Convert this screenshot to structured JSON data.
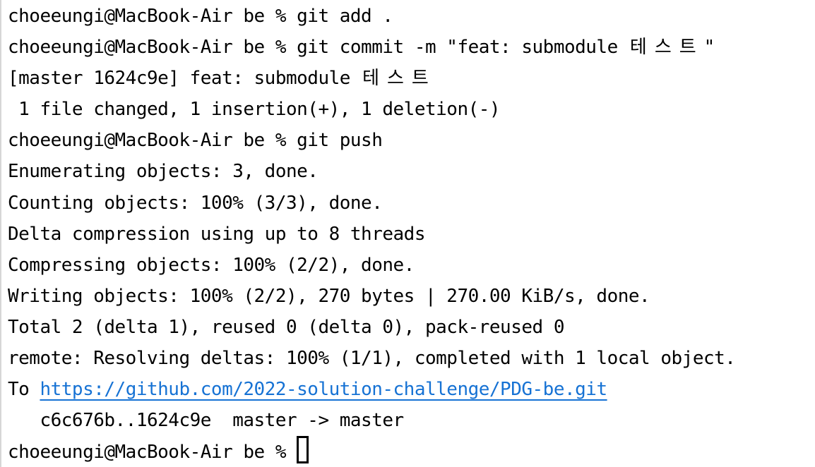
{
  "terminal": {
    "colors": {
      "background": "#ffffff",
      "text": "#000000",
      "link": "#1672d4",
      "left_border": "#d6d6d6",
      "cursor_outline": "#000000"
    },
    "lines": [
      {
        "text": "choeeungi@MacBook-Air be % git add ."
      },
      {
        "pre": "choeeungi@MacBook-Air be % git commit -m \"feat: submodule ",
        "kr": "테스트",
        "post": "\""
      },
      {
        "pre": "[master 1624c9e] feat: submodule ",
        "kr": "테스트",
        "post": ""
      },
      {
        "text": " 1 file changed, 1 insertion(+), 1 deletion(-)"
      },
      {
        "text": "choeeungi@MacBook-Air be % git push"
      },
      {
        "text": "Enumerating objects: 3, done."
      },
      {
        "text": "Counting objects: 100% (3/3), done."
      },
      {
        "text": "Delta compression using up to 8 threads"
      },
      {
        "text": "Compressing objects: 100% (2/2), done."
      },
      {
        "text": "Writing objects: 100% (2/2), 270 bytes | 270.00 KiB/s, done."
      },
      {
        "text": "Total 2 (delta 1), reused 0 (delta 0), pack-reused 0"
      },
      {
        "text": "remote: Resolving deltas: 100% (1/1), completed with 1 local object."
      },
      {
        "prefix": "To ",
        "link_text": "https://github.com/2022-solution-challenge/PDG-be.git"
      },
      {
        "text": "   c6c676b..1624c9e  master -> master"
      },
      {
        "prompt": "choeeungi@MacBook-Air be % ",
        "cursor": "hollow"
      }
    ]
  }
}
